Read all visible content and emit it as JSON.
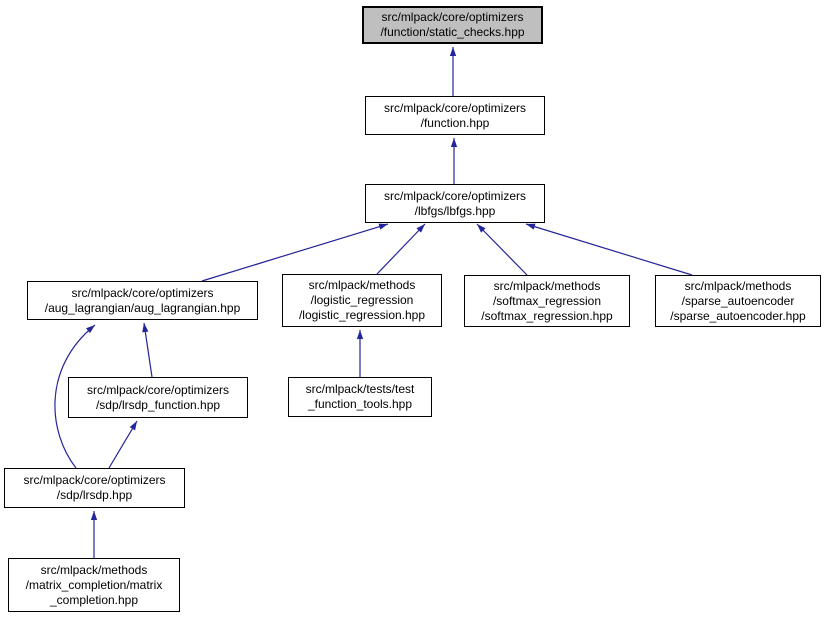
{
  "diagram": {
    "type": "include-dependency-graph",
    "colors": {
      "edge": "#24249b",
      "node_border": "#000000",
      "node_fill": "#ffffff",
      "current_node_fill": "#bfbfbf",
      "text": "#000000"
    },
    "nodes": [
      {
        "id": "static_checks",
        "label": "src/mlpack/core/optimizers\n/function/static_checks.hpp",
        "current": true
      },
      {
        "id": "function",
        "label": "src/mlpack/core/optimizers\n/function.hpp",
        "current": false
      },
      {
        "id": "lbfgs",
        "label": "src/mlpack/core/optimizers\n/lbfgs/lbfgs.hpp",
        "current": false
      },
      {
        "id": "aug_lagrangian",
        "label": "src/mlpack/core/optimizers\n/aug_lagrangian/aug_lagrangian.hpp",
        "current": false
      },
      {
        "id": "logistic_regression",
        "label": "src/mlpack/methods\n/logistic_regression\n/logistic_regression.hpp",
        "current": false
      },
      {
        "id": "softmax_regression",
        "label": "src/mlpack/methods\n/softmax_regression\n/softmax_regression.hpp",
        "current": false
      },
      {
        "id": "sparse_autoencoder",
        "label": "src/mlpack/methods\n/sparse_autoencoder\n/sparse_autoencoder.hpp",
        "current": false
      },
      {
        "id": "lrsdp_function",
        "label": "src/mlpack/core/optimizers\n/sdp/lrsdp_function.hpp",
        "current": false
      },
      {
        "id": "test_function_tools",
        "label": "src/mlpack/tests/test\n_function_tools.hpp",
        "current": false
      },
      {
        "id": "lrsdp",
        "label": "src/mlpack/core/optimizers\n/sdp/lrsdp.hpp",
        "current": false
      },
      {
        "id": "matrix_completion",
        "label": "src/mlpack/methods\n/matrix_completion/matrix\n_completion.hpp",
        "current": false
      }
    ],
    "edges": [
      {
        "from": "function",
        "to": "static_checks"
      },
      {
        "from": "lbfgs",
        "to": "function"
      },
      {
        "from": "aug_lagrangian",
        "to": "lbfgs"
      },
      {
        "from": "logistic_regression",
        "to": "lbfgs"
      },
      {
        "from": "softmax_regression",
        "to": "lbfgs"
      },
      {
        "from": "sparse_autoencoder",
        "to": "lbfgs"
      },
      {
        "from": "test_function_tools",
        "to": "logistic_regression"
      },
      {
        "from": "lrsdp_function",
        "to": "aug_lagrangian"
      },
      {
        "from": "lrsdp",
        "to": "aug_lagrangian"
      },
      {
        "from": "lrsdp",
        "to": "lrsdp_function"
      },
      {
        "from": "matrix_completion",
        "to": "lrsdp"
      }
    ]
  }
}
